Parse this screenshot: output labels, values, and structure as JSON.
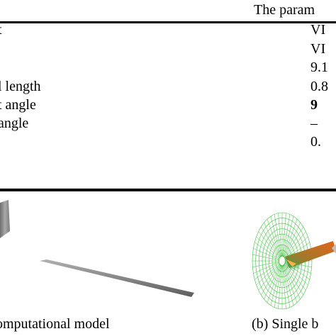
{
  "table": {
    "header": "The param",
    "rows": [
      {
        "label": "t",
        "value": "VI"
      },
      {
        "label": "",
        "value": "VI"
      },
      {
        "label": "",
        "value": "9.1"
      },
      {
        "label": "l length",
        "value": "0.8"
      },
      {
        "label": "t angle",
        "value": "9"
      },
      {
        "label": " angle",
        "value": "–"
      },
      {
        "label": "",
        "value": "0."
      }
    ]
  },
  "figures": {
    "a_caption": "omputational model",
    "b_caption": "(b)   Single b"
  },
  "colors": {
    "mesh_green": "#3fbf3f",
    "blade_orange": "#d9731a",
    "model_gray": "#8a8a8a"
  }
}
